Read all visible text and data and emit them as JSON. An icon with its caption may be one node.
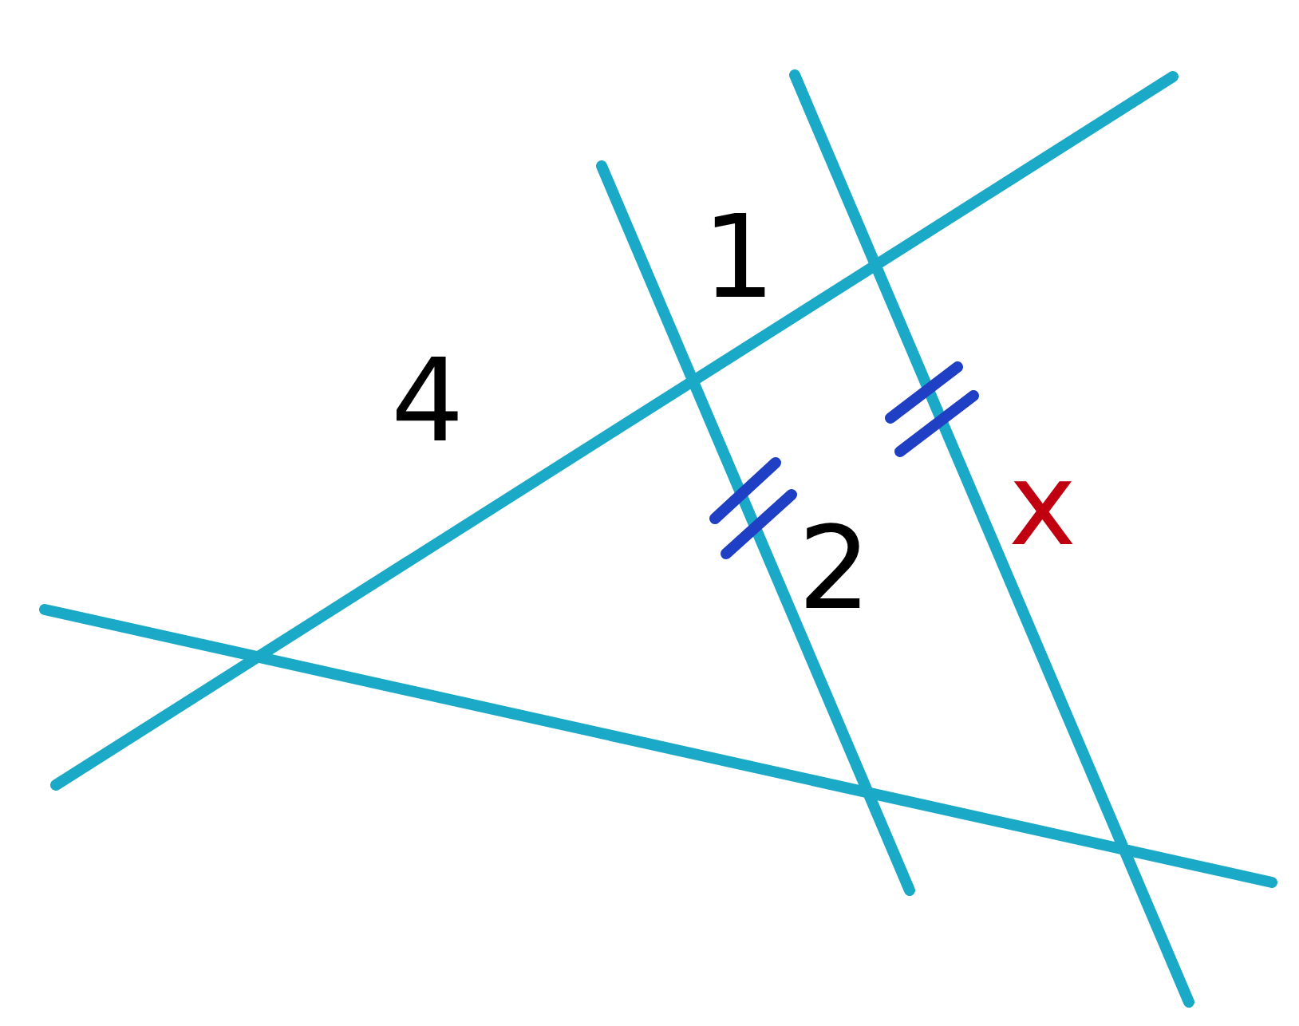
{
  "diagram": {
    "labels": [
      "4",
      "1",
      "2",
      "x"
    ]
  }
}
